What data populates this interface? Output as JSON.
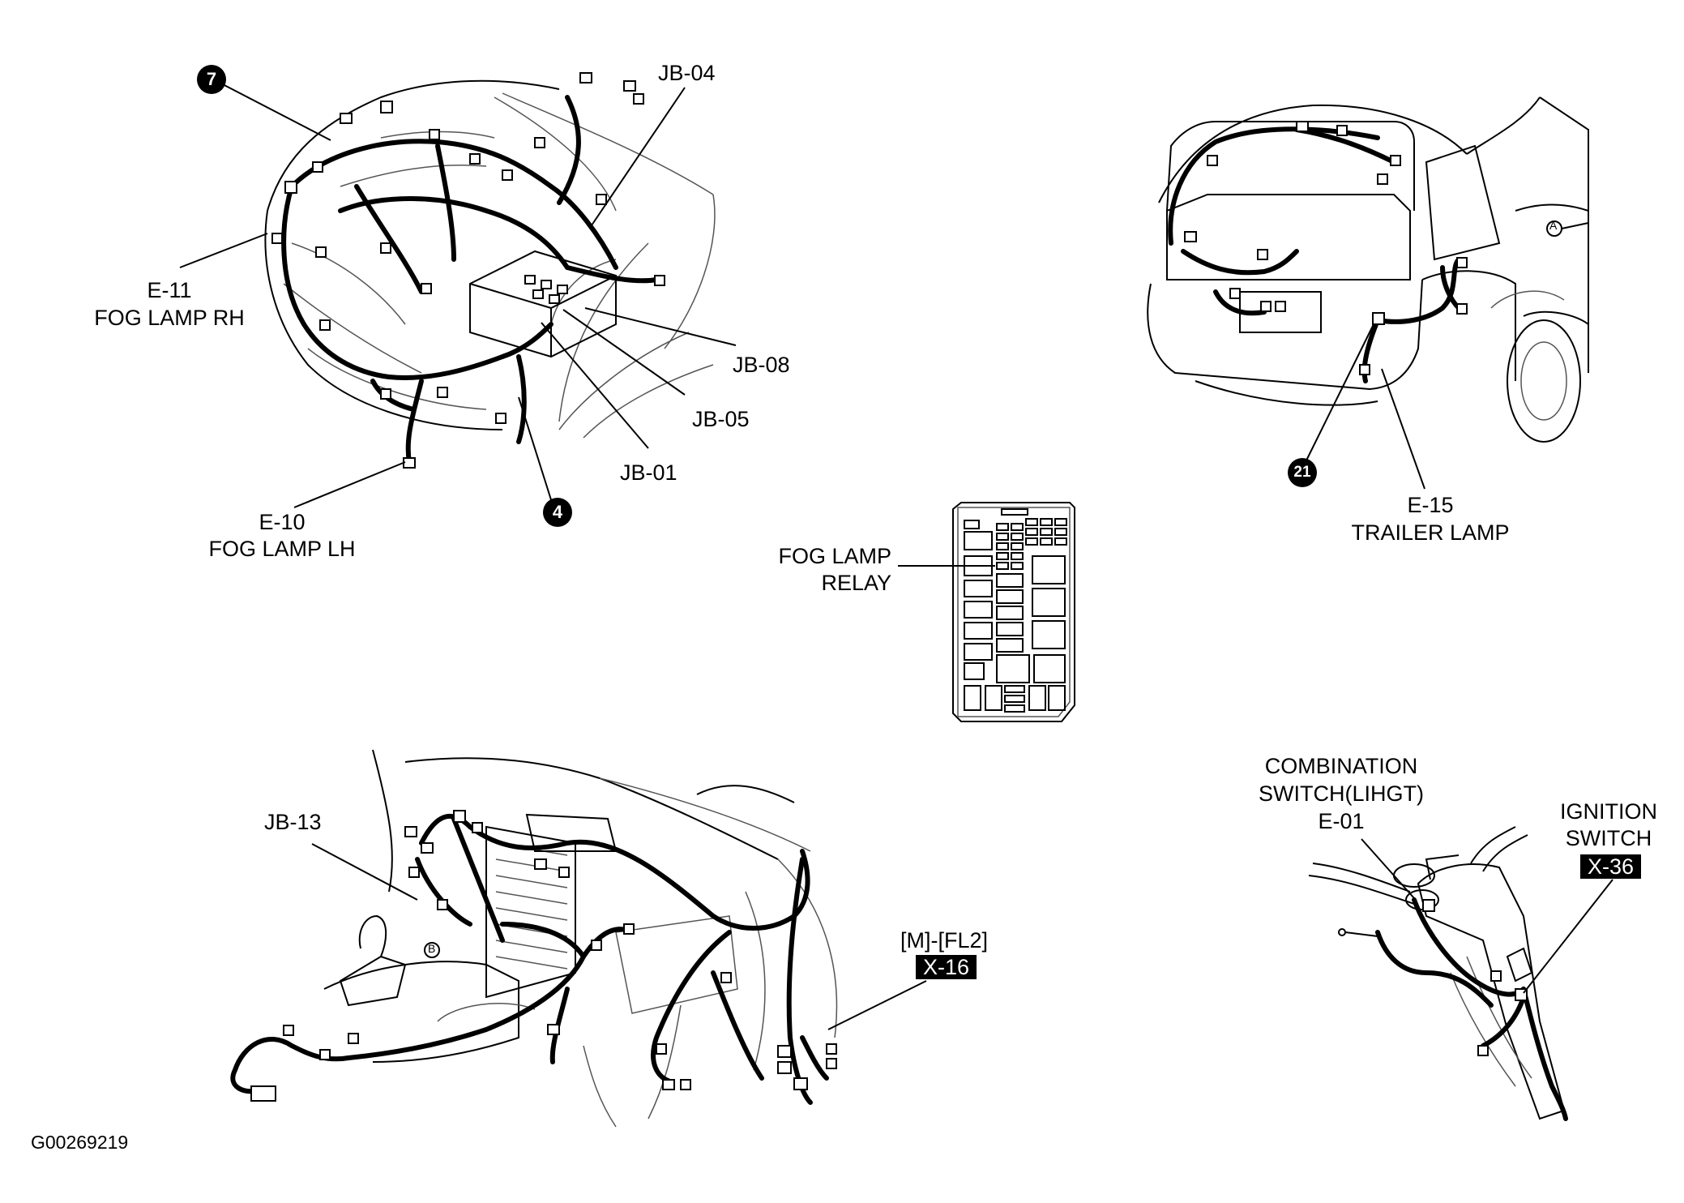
{
  "labels": {
    "jb04": "JB-04",
    "e11_code": "E-11",
    "e11_name": "FOG LAMP RH",
    "jb08": "JB-08",
    "jb05": "JB-05",
    "jb01": "JB-01",
    "e10_code": "E-10",
    "e10_name": "FOG LAMP LH",
    "e15_code": "E-15",
    "e15_name": "TRAILER LAMP",
    "relay_line1": "FOG LAMP",
    "relay_line2": "RELAY",
    "jb13": "JB-13",
    "m_fl2": "[M]-[FL2]",
    "x16": "X-16",
    "comb_line1": "COMBINATION",
    "comb_line2": "SWITCH(LIHGT)",
    "comb_line3": "E-01",
    "ign_line1": "IGNITION",
    "ign_line2": "SWITCH",
    "x36": "X-36",
    "figure_code": "G00269219"
  },
  "badges": {
    "b7": "7",
    "b4": "4",
    "b21": "21"
  },
  "markers": {
    "a": "A",
    "b": "B"
  }
}
